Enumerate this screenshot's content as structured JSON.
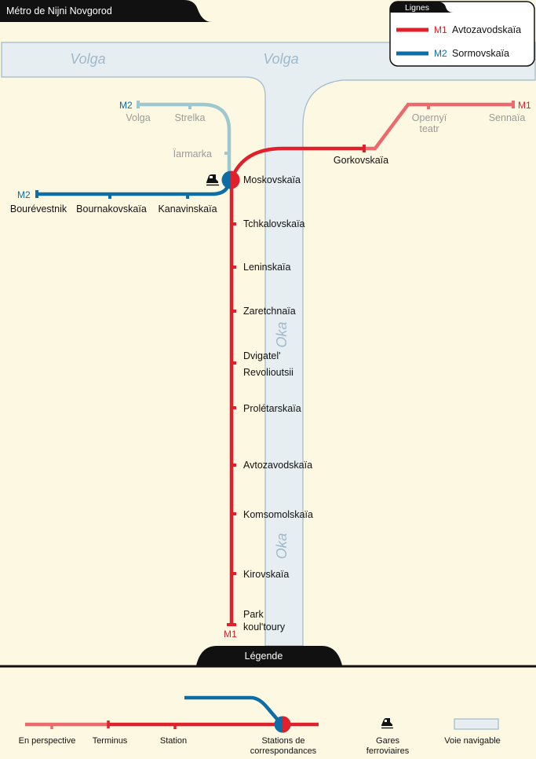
{
  "title": "Métro de Nijni Novgorod",
  "colors": {
    "m1": "#e0202a",
    "m1_perspective": "#ec6a6e",
    "m2": "#0d6ea7",
    "m2_perspective": "#9ec8d0",
    "water": "#e6eef1",
    "water_edge": "#9fb9cc",
    "land": "#fdf8e1"
  },
  "rivers": {
    "volga_left": "Volga",
    "volga_center": "Volga",
    "oka_upper": "Oka",
    "oka_lower": "Oka"
  },
  "lines_box": {
    "title": "Lignes",
    "m1_code": "M1",
    "m1_name": "Avtozavodskaïa",
    "m2_code": "M2",
    "m2_name": "Sormovskaïa"
  },
  "terminus_codes": {
    "m2_north": "M2",
    "m2_west": "M2",
    "m1_east": "M1",
    "m1_south": "M1"
  },
  "stations": {
    "volga": "Volga",
    "strelka": "Strelka",
    "iarmarka": "Ïarmarka",
    "moskovskaia": "Moskovskaïa",
    "gorkovskaia": "Gorkovskaïa",
    "opernyi_1": "Opernyï",
    "opernyi_2": "teatr",
    "sennaia": "Sennaïa",
    "bourevestnik": "Bourévestnik",
    "bournakovskaia": "Bournakovskaïa",
    "kanavinskaia": "Kanavinskaïa",
    "tchkalovskaia": "Tchkalovskaïa",
    "leninskaia": "Leninskaïa",
    "zaretchnaia": "Zaretchnaïa",
    "dvigatel_1": "Dvigatel'",
    "dvigatel_2": "Revolioutsii",
    "proletarskaia": "Prolétarskaïa",
    "avtozavodskaia": "Avtozavodskaïa",
    "komsomolskaia": "Komsomolskaïa",
    "kirovskaia": "Kirovskaïa",
    "park_1": "Park",
    "park_2": "koul'toury"
  },
  "legend": {
    "title": "Légende",
    "perspective": "En perspective",
    "terminus": "Terminus",
    "station": "Station",
    "interchange_1": "Stations de",
    "interchange_2": "correspondances",
    "rail_1": "Gares",
    "rail_2": "ferroviaires",
    "waterway": "Voie navigable"
  },
  "icons": {
    "rail_station": "train-icon",
    "interchange": "interchange-icon"
  }
}
